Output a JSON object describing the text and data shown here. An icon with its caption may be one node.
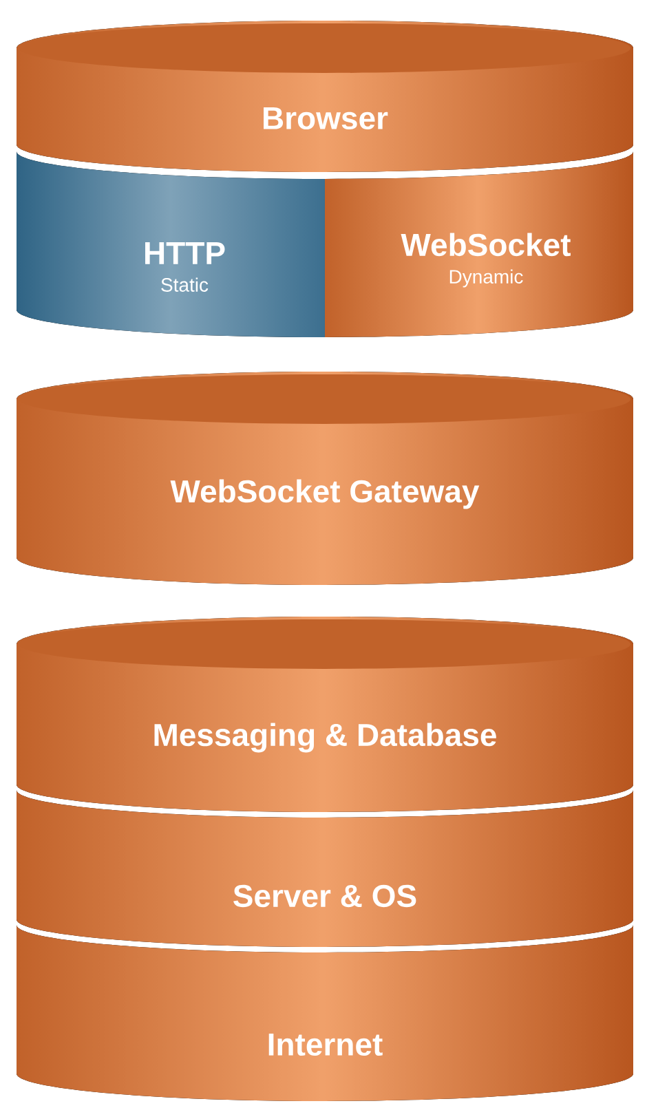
{
  "diagram": {
    "nodes": [
      {
        "text": [
          "Browser"
        ]
      },
      {
        "text": [
          "HTTP",
          "Static"
        ]
      },
      {
        "text": [
          "WebSocket",
          "Dynamic"
        ]
      },
      {
        "text": [
          "WebSocket Gateway"
        ]
      },
      {
        "text": [
          "Messaging & Database"
        ]
      },
      {
        "text": [
          "Server & OS"
        ]
      },
      {
        "text": [
          "Internet"
        ]
      }
    ]
  }
}
